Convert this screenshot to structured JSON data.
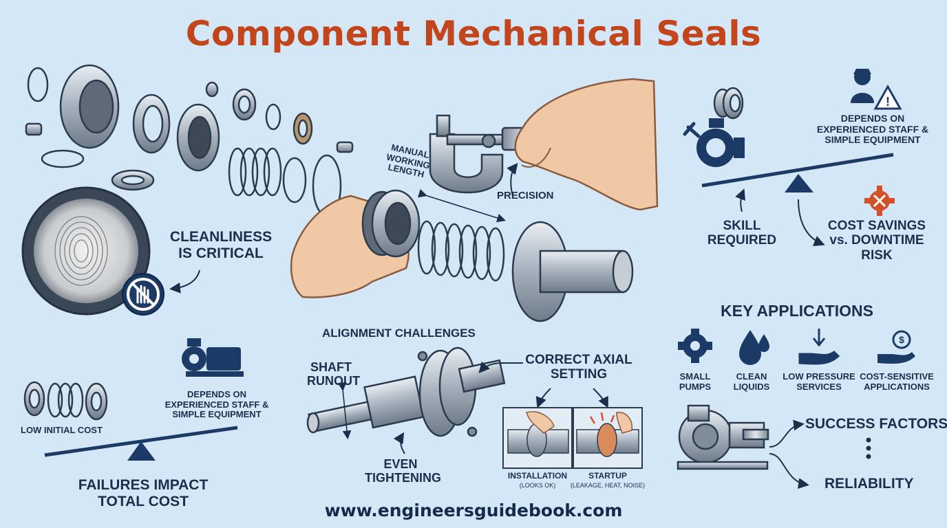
{
  "title": "Component Mechanical Seals",
  "footer": "www.engineersguidebook.com",
  "labels": {
    "manual_working_length": "MANUAL WORKING LENGTH",
    "precision": "PRECISION",
    "cleanliness": "CLEANLINESS IS CRITICAL",
    "alignment_challenges": "ALIGNMENT CHALLENGES",
    "shaft_runout": "SHAFT RUNOUT",
    "correct_axial_setting": "CORRECT AXIAL SETTING",
    "even_tightening": "EVEN TIGHTENING",
    "installation": "INSTALLATION",
    "installation_note": "(LOOKS OK)",
    "startup": "STARTUP",
    "startup_note": "(LEAKAGE, HEAT, NOISE)",
    "depends_top": "DEPENDS ON EXPERIENCED STAFF & SIMPLE EQUIPMENT",
    "skill_required": "SKILL REQUIRED",
    "cost_savings": "COST SAVINGS vs. DOWNTIME RISK",
    "key_applications": "KEY APPLICATIONS",
    "low_initial_cost": "LOW INITIAL COST",
    "depends_bottom": "DEPENDS ON EXPERIENCED STAFF & SIMPLE EQUIPMENT",
    "failures_impact": "FAILURES IMPACT TOTAL COST",
    "success_factors": "SUCCESS FACTORS",
    "reliability": "RELIABILITY"
  },
  "applications": [
    {
      "label": "SMALL PUMPS",
      "icon": "pump-icon"
    },
    {
      "label": "CLEAN LIQUIDS",
      "icon": "droplets-icon"
    },
    {
      "label": "LOW PRESSURE SERVICES",
      "icon": "hand-arrow-icon"
    },
    {
      "label": "COST-SENSITIVE APPLICATIONS",
      "icon": "money-hand-icon"
    }
  ],
  "colors": {
    "background": "#d4e7f7",
    "title": "#c2451c",
    "text": "#1b2f4d",
    "metal": "#9aa6b3",
    "accent_red": "#d4502a"
  }
}
